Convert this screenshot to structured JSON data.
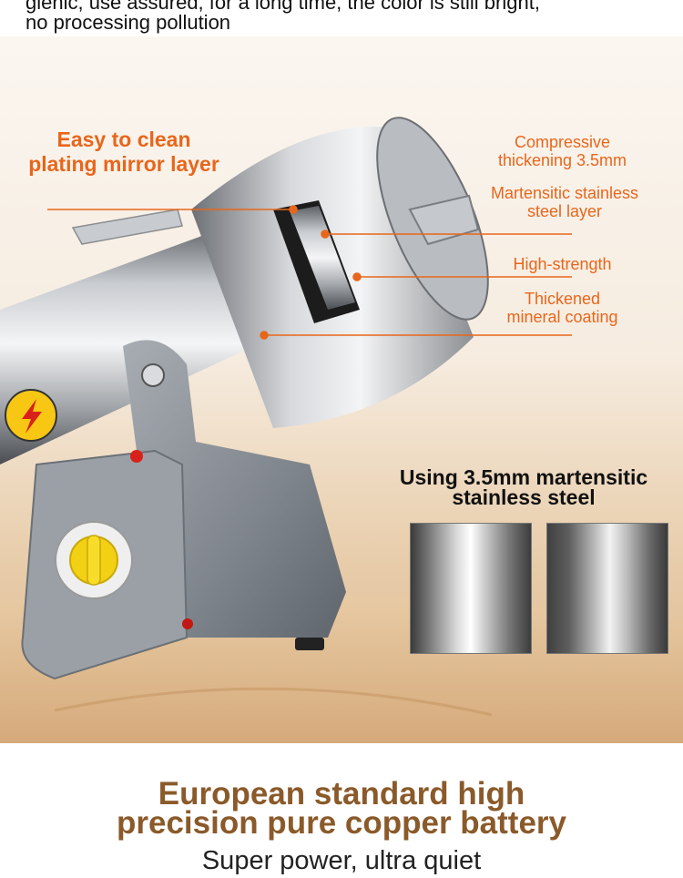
{
  "top_text": {
    "line1": "gienic, use assured, for a long time, the color is still bright,",
    "line2": "no processing pollution"
  },
  "hero": {
    "left_callout": {
      "line1": "Easy to clean",
      "line2": "plating mirror layer"
    },
    "callouts": [
      {
        "line1": "Compressive",
        "line2": "thickening 3.5mm"
      },
      {
        "line1": "Martensitic stainless",
        "line2": "steel layer"
      },
      {
        "line1": "High-strength",
        "line2": ""
      },
      {
        "line1": "Thickened",
        "line2": "mineral coating"
      }
    ],
    "accent_color": "#e8661b",
    "steel_section": {
      "line1": "Using 3.5mm martensitic",
      "line2": "stainless steel"
    }
  },
  "bottom": {
    "title_line1": "European standard high",
    "title_line2": "precision pure copper battery",
    "subtitle": "Super power, ultra quiet",
    "title_color": "#8a5a2a"
  }
}
